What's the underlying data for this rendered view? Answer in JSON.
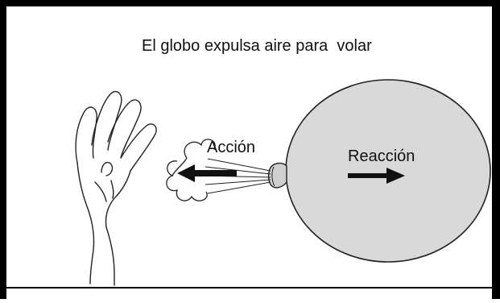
{
  "diagram": {
    "title": "El globo expulsa aire para  volar",
    "action_label": "Acción",
    "reaction_label": "Reacción"
  },
  "colors": {
    "frame": "#000000",
    "balloon_fill": "#d9d9d9",
    "outline": "#222222",
    "arrow": "#111111"
  }
}
